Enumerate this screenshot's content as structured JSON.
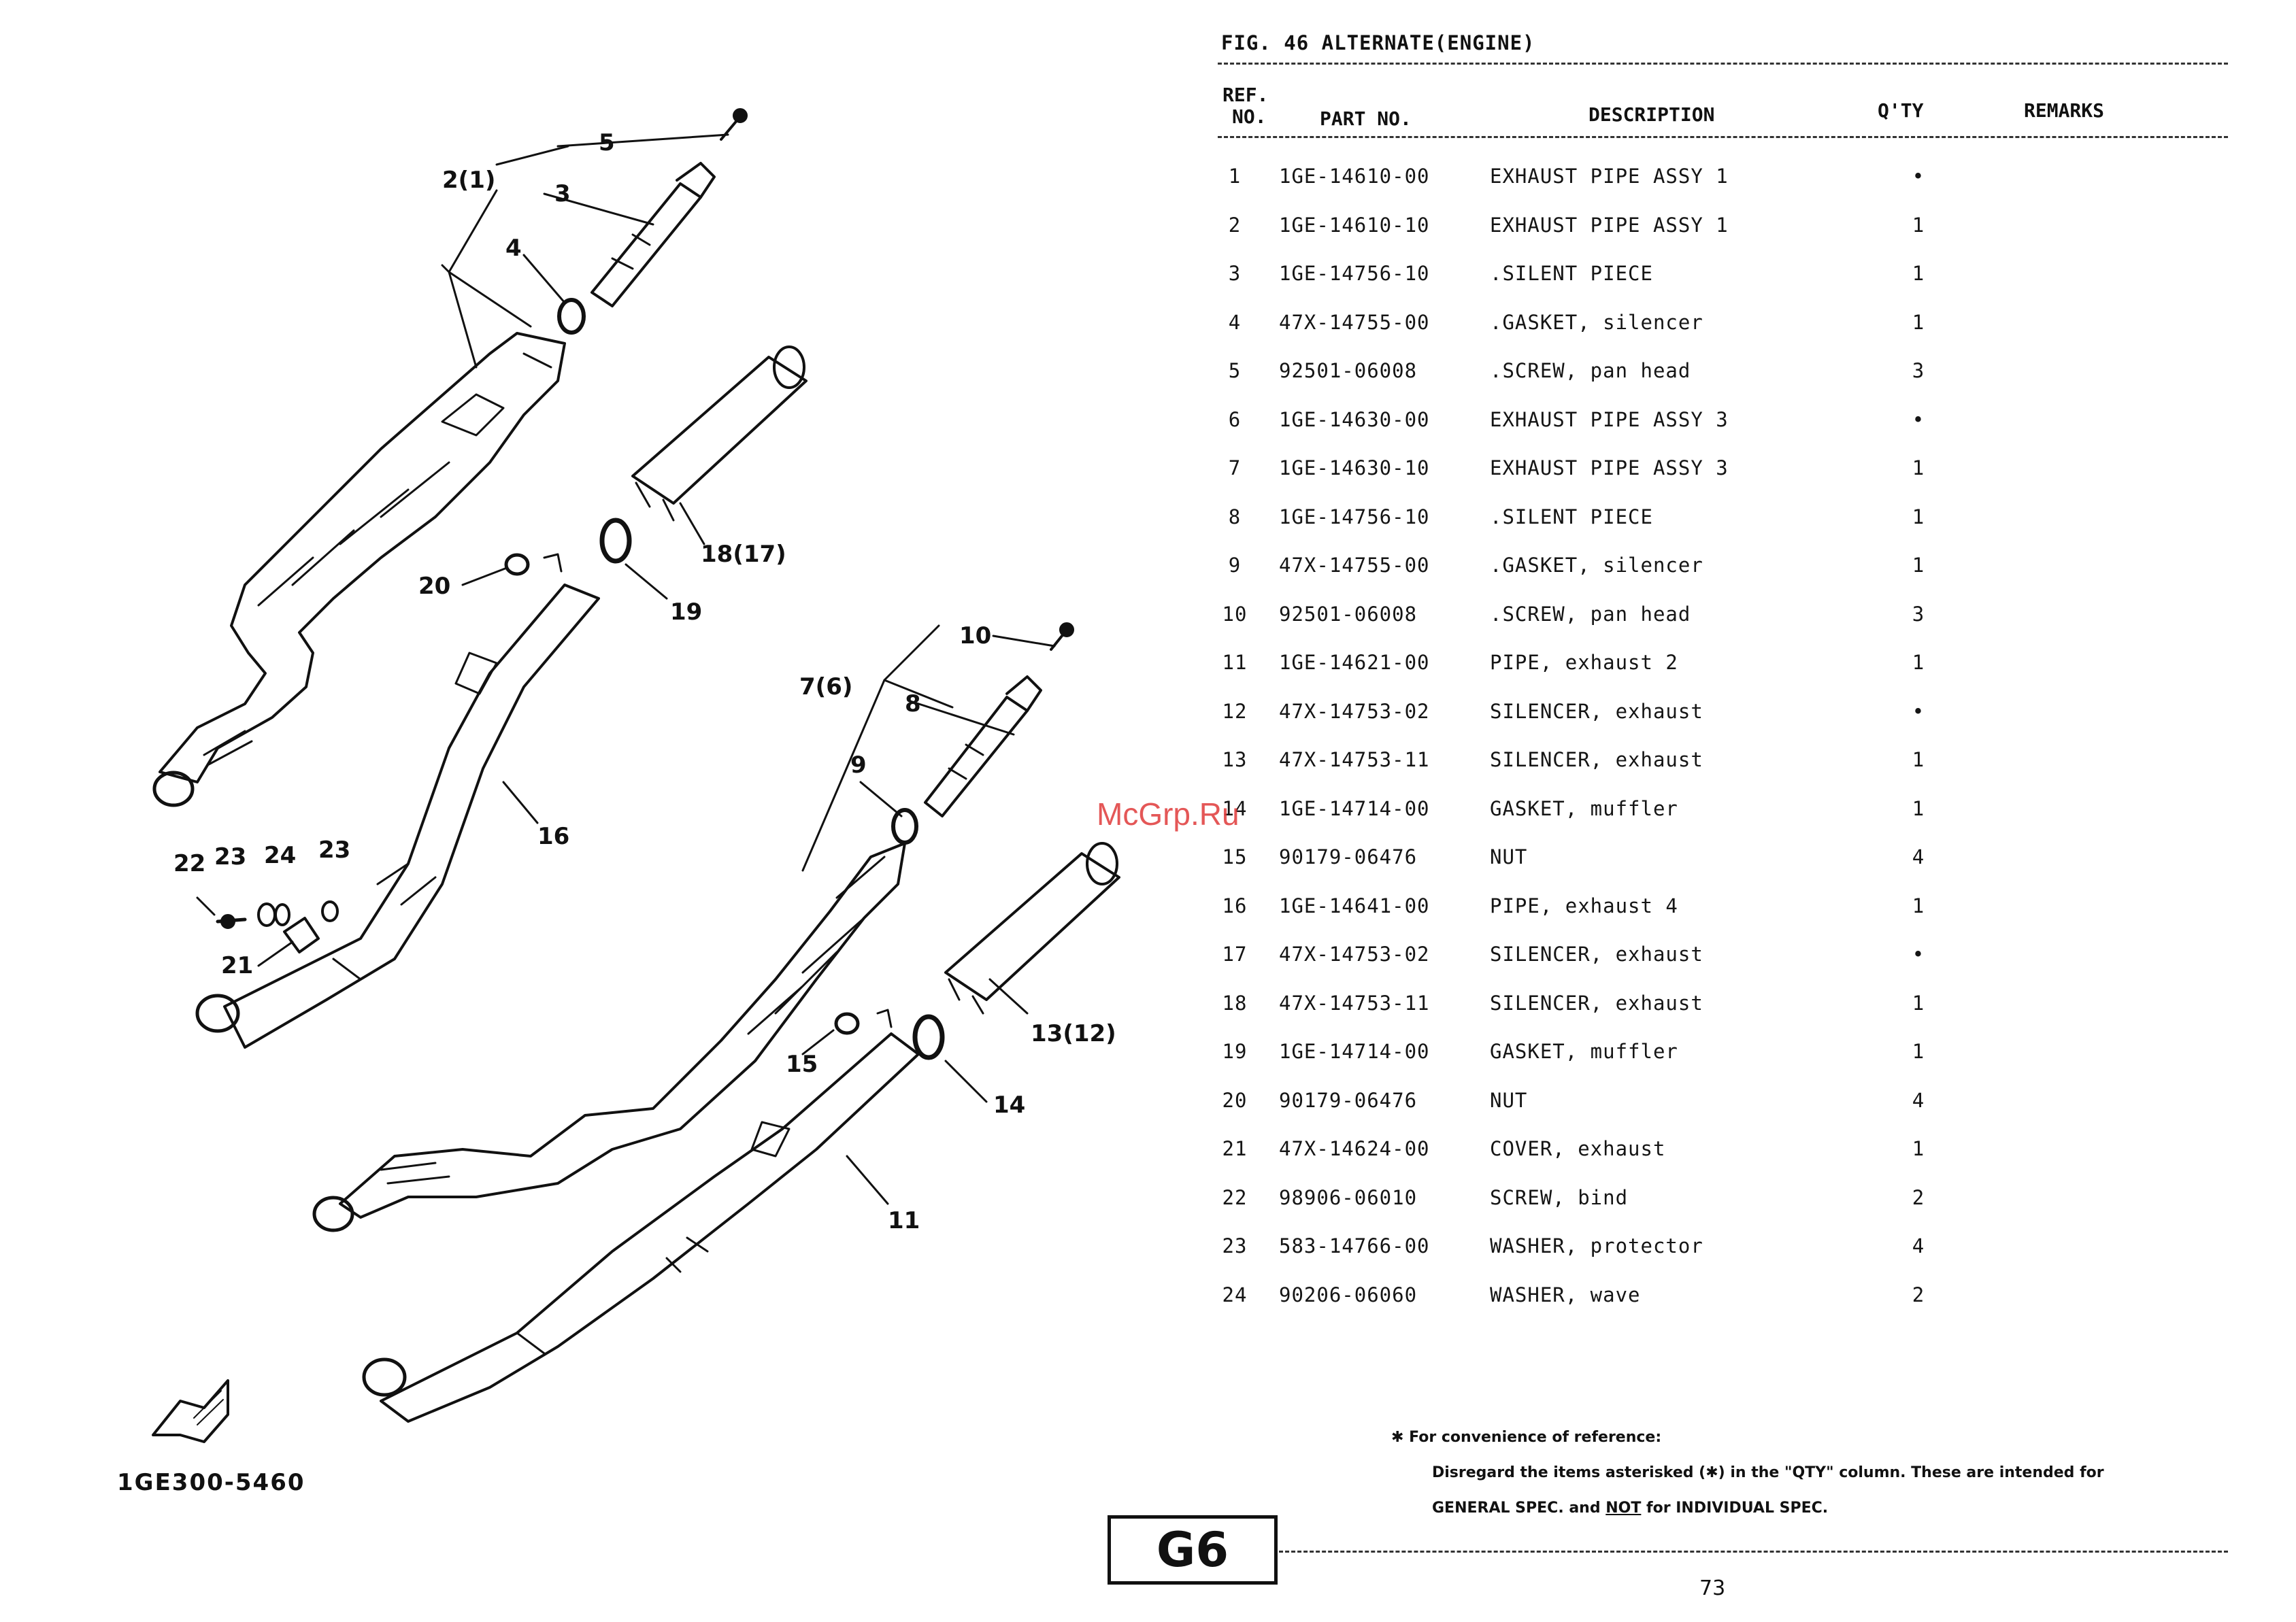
{
  "figure_title": "FIG. 46  ALTERNATE(ENGINE)",
  "table": {
    "headers": {
      "ref_line1": "REF.",
      "ref_line2": "NO.",
      "part_no": "PART NO.",
      "description": "DESCRIPTION",
      "qty": "Q'TY",
      "remarks": "REMARKS"
    },
    "rows": [
      {
        "ref": "1",
        "part_no": "1GE-14610-00",
        "description": "EXHAUST PIPE ASSY 1",
        "qty": "•",
        "remarks": ""
      },
      {
        "ref": "2",
        "part_no": "1GE-14610-10",
        "description": "EXHAUST PIPE ASSY 1",
        "qty": "1",
        "remarks": ""
      },
      {
        "ref": "3",
        "part_no": "1GE-14756-10",
        "description": ".SILENT PIECE",
        "qty": "1",
        "remarks": ""
      },
      {
        "ref": "4",
        "part_no": "47X-14755-00",
        "description": ".GASKET, silencer",
        "qty": "1",
        "remarks": ""
      },
      {
        "ref": "5",
        "part_no": "92501-06008",
        "description": ".SCREW, pan head",
        "qty": "3",
        "remarks": ""
      },
      {
        "ref": "6",
        "part_no": "1GE-14630-00",
        "description": "EXHAUST PIPE ASSY 3",
        "qty": "•",
        "remarks": ""
      },
      {
        "ref": "7",
        "part_no": "1GE-14630-10",
        "description": "EXHAUST PIPE ASSY 3",
        "qty": "1",
        "remarks": ""
      },
      {
        "ref": "8",
        "part_no": "1GE-14756-10",
        "description": ".SILENT PIECE",
        "qty": "1",
        "remarks": ""
      },
      {
        "ref": "9",
        "part_no": "47X-14755-00",
        "description": ".GASKET, silencer",
        "qty": "1",
        "remarks": ""
      },
      {
        "ref": "10",
        "part_no": "92501-06008",
        "description": ".SCREW, pan head",
        "qty": "3",
        "remarks": ""
      },
      {
        "ref": "11",
        "part_no": "1GE-14621-00",
        "description": "PIPE, exhaust 2",
        "qty": "1",
        "remarks": ""
      },
      {
        "ref": "12",
        "part_no": "47X-14753-02",
        "description": "SILENCER, exhaust",
        "qty": "•",
        "remarks": ""
      },
      {
        "ref": "13",
        "part_no": "47X-14753-11",
        "description": "SILENCER, exhaust",
        "qty": "1",
        "remarks": ""
      },
      {
        "ref": "14",
        "part_no": "1GE-14714-00",
        "description": "GASKET, muffler",
        "qty": "1",
        "remarks": ""
      },
      {
        "ref": "15",
        "part_no": "90179-06476",
        "description": "NUT",
        "qty": "4",
        "remarks": ""
      },
      {
        "ref": "16",
        "part_no": "1GE-14641-00",
        "description": "PIPE, exhaust 4",
        "qty": "1",
        "remarks": ""
      },
      {
        "ref": "17",
        "part_no": "47X-14753-02",
        "description": "SILENCER, exhaust",
        "qty": "•",
        "remarks": ""
      },
      {
        "ref": "18",
        "part_no": "47X-14753-11",
        "description": "SILENCER, exhaust",
        "qty": "1",
        "remarks": ""
      },
      {
        "ref": "19",
        "part_no": "1GE-14714-00",
        "description": "GASKET, muffler",
        "qty": "1",
        "remarks": ""
      },
      {
        "ref": "20",
        "part_no": "90179-06476",
        "description": "NUT",
        "qty": "4",
        "remarks": ""
      },
      {
        "ref": "21",
        "part_no": "47X-14624-00",
        "description": "COVER, exhaust",
        "qty": "1",
        "remarks": ""
      },
      {
        "ref": "22",
        "part_no": "98906-06010",
        "description": "SCREW, bind",
        "qty": "2",
        "remarks": ""
      },
      {
        "ref": "23",
        "part_no": "583-14766-00",
        "description": "WASHER, protector",
        "qty": "4",
        "remarks": ""
      },
      {
        "ref": "24",
        "part_no": "90206-06060",
        "description": "WASHER, wave",
        "qty": "2",
        "remarks": ""
      }
    ]
  },
  "note": {
    "line1": "✱ For convenience of reference:",
    "line2": "Disregard the items asterisked (✱) in the \"QTY\" column.  These are intended for",
    "line3_a": "GENERAL SPEC. and ",
    "line3_b": "NOT",
    "line3_c": " for INDIVIDUAL SPEC."
  },
  "page_box_label": "G6",
  "page_number": "73",
  "drawing_code": "1GE300-5460",
  "watermark": "McGrp.Ru",
  "callouts": {
    "c5": "5",
    "c2": "2(1)",
    "c3": "3",
    "c4": "4",
    "c18": "18(17)",
    "c20": "20",
    "c19": "19",
    "c10": "10",
    "c7": "7(6)",
    "c8": "8",
    "c9": "9",
    "c16": "16",
    "c22": "22",
    "c23a": "23",
    "c24": "24",
    "c23b": "23",
    "c21": "21",
    "c13": "13(12)",
    "c15": "15",
    "c14": "14",
    "c11": "11"
  },
  "icons": {
    "front_arrow": "front-direction-arrow-icon"
  }
}
